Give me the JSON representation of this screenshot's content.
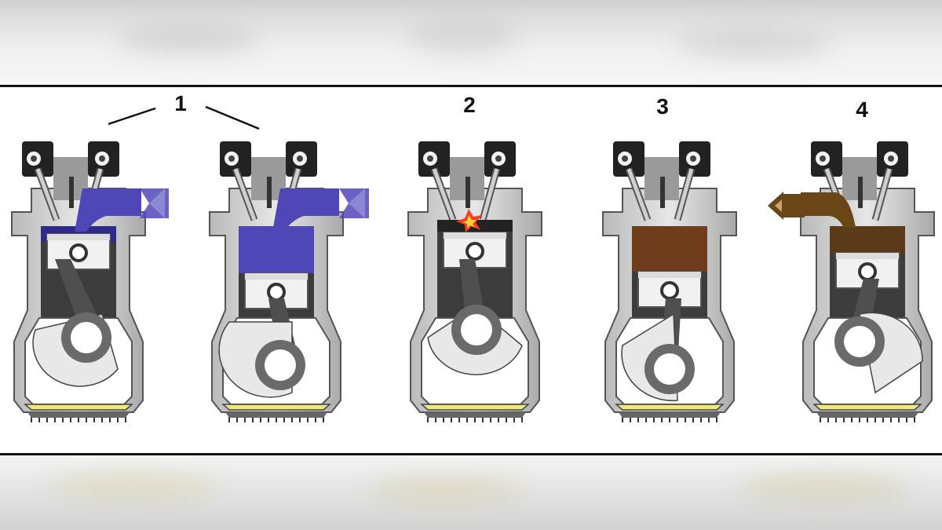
{
  "strokes": [
    {
      "number": "1",
      "charge": "#4f46b8",
      "arrow": "in"
    },
    {
      "number": "2",
      "charge": "none",
      "arrow": "none"
    },
    {
      "number": "3",
      "charge": "#6e3d1c",
      "arrow": "none"
    },
    {
      "number": "4",
      "charge": "#5a3a18",
      "arrow": "out"
    }
  ],
  "colors": {
    "intake": "#5148b8",
    "exhaust": "#6a4516",
    "spark": "#ff3b1f",
    "oil": "#efe97a",
    "casing": "#8a8a8a",
    "rod": "#4f4f4f"
  },
  "icons": [
    "intake-arrow-icon",
    "exhaust-arrow-icon",
    "spark-icon"
  ]
}
